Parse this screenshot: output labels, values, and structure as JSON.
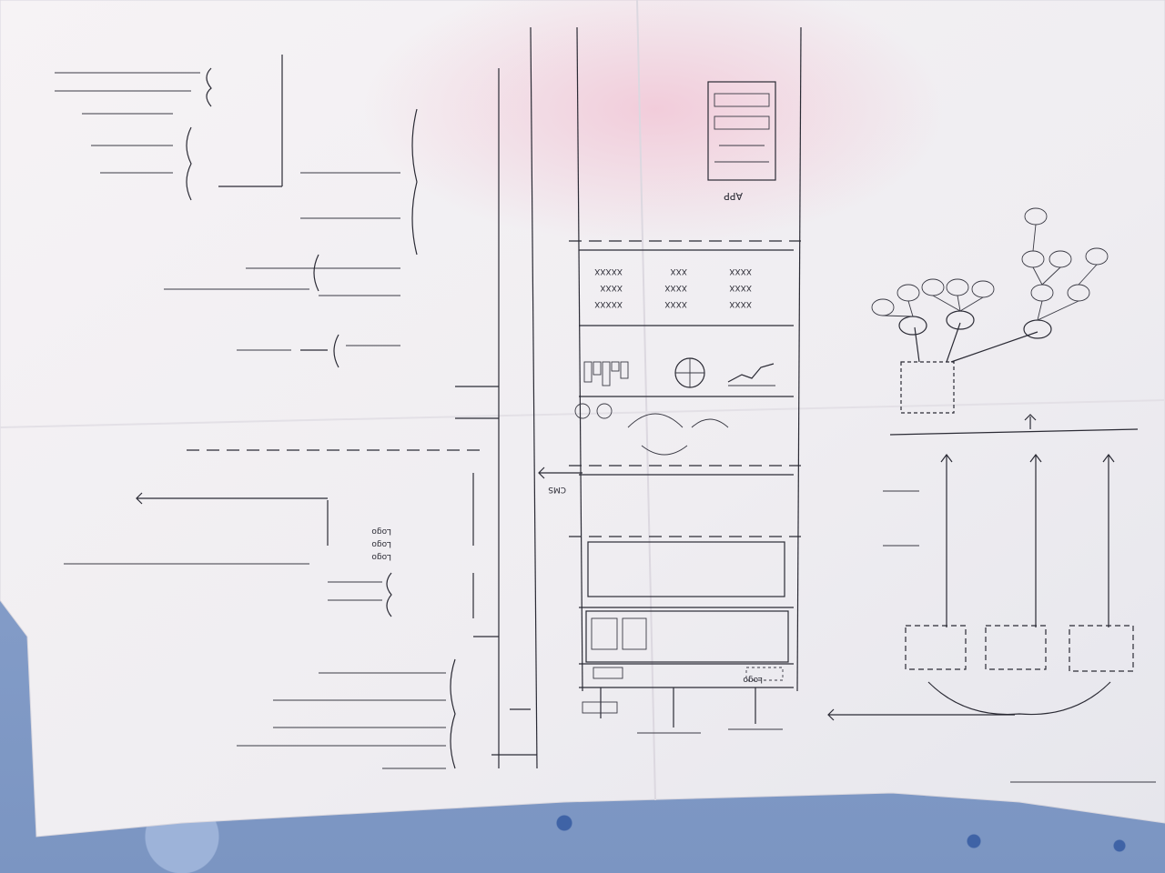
{
  "photo": {
    "subject": "",
    "paper_color": "#f4f2f4",
    "ink_color": "#2b2b35",
    "cloth_color": "#8aa2cd",
    "glare_color": "#f2c6d6"
  },
  "sketch": {
    "app_label": "APP",
    "cms_label": "CMS",
    "logo_label": "Logo",
    "mockup_rows": [
      [
        "XXXX",
        "XXX",
        "XXXXX"
      ],
      [
        "XXXX",
        "XXXX",
        "XXXX"
      ],
      [
        "XXXX",
        "XXXX",
        "XXXXX"
      ]
    ],
    "left_list": [
      "Logo",
      "Logo",
      "Logo"
    ],
    "tree_center_label": "",
    "bottom_text": ""
  }
}
